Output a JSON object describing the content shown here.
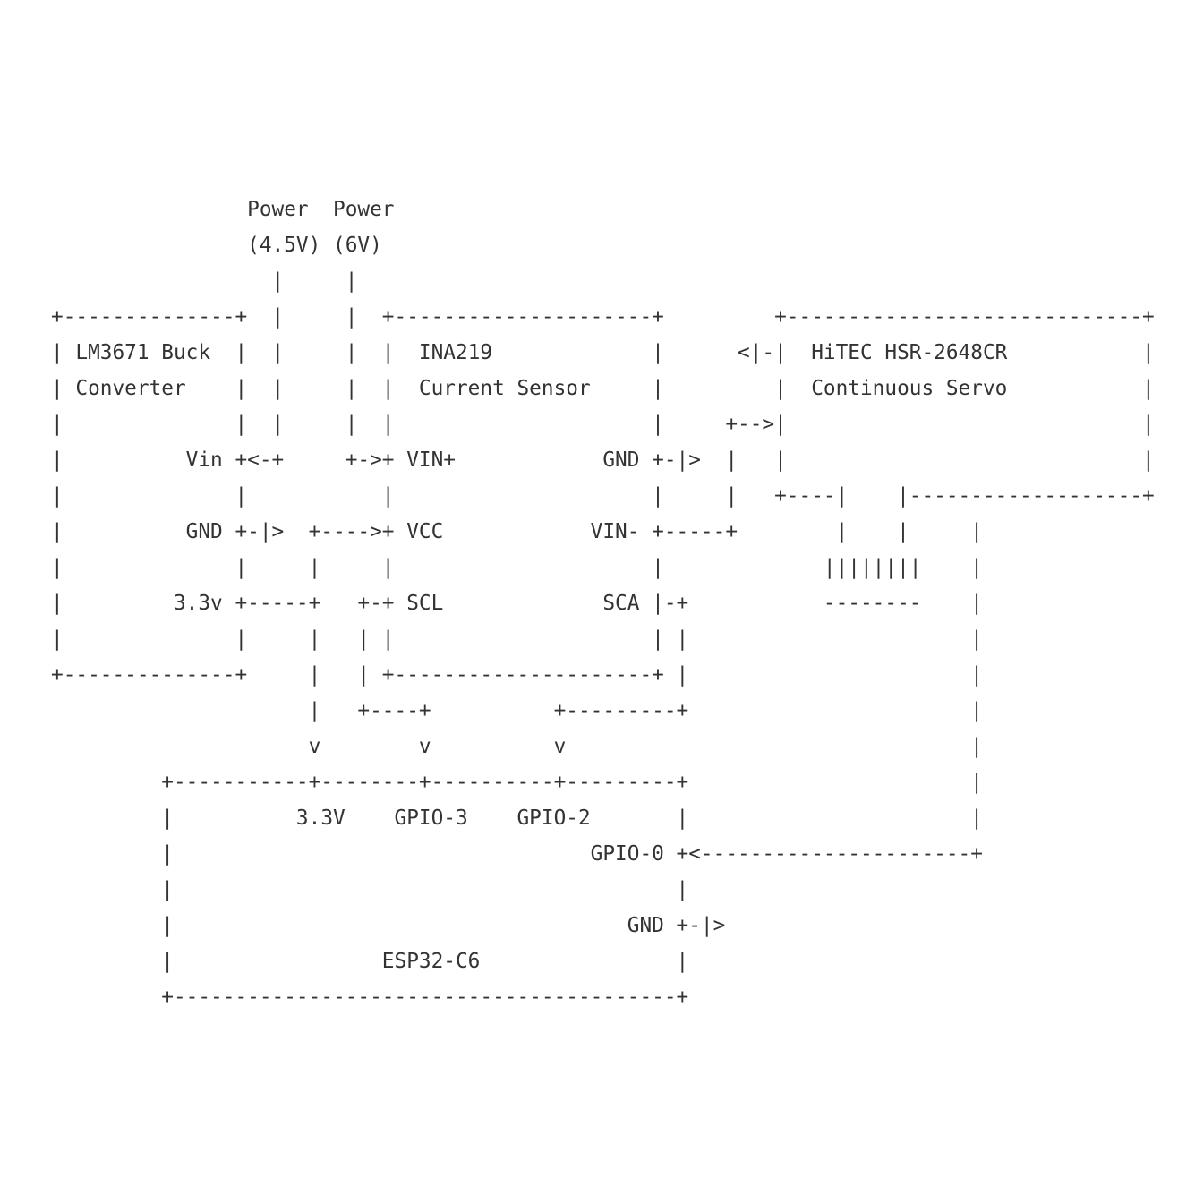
{
  "diagram": {
    "background_color": "#ffffff",
    "text_color": "#333333",
    "power_sources": [
      {
        "label": "Power",
        "voltage": "(4.5V)"
      },
      {
        "label": "Power",
        "voltage": "(6V)"
      }
    ],
    "components": [
      {
        "name": "LM3671 Buck Converter",
        "pins": [
          "Vin",
          "GND",
          "3.3v"
        ]
      },
      {
        "name": "INA219 Current Sensor",
        "pins": [
          "VIN+",
          "VCC",
          "SCL",
          "GND",
          "VIN-",
          "SCA"
        ]
      },
      {
        "name": "HiTEC HSR-2648CR Continuous Servo",
        "pins": []
      },
      {
        "name": "ESP32-C6",
        "pins": [
          "3.3V",
          "GPIO-3",
          "GPIO-2",
          "GPIO-0",
          "GND"
        ]
      }
    ],
    "lines": [
      "                Power  Power",
      "                (4.5V) (6V)",
      "                  |     |",
      "+--------------+  |     |  +---------------------+         +-----------------------------+",
      "| LM3671 Buck  |  |     |  |  INA219             |      <|-|  HiTEC HSR-2648CR           |",
      "| Converter    |  |     |  |  Current Sensor     |         |  Continuous Servo           |",
      "|              |  |     |  |                     |     +-->|                             |",
      "|          Vin +<-+     +->+ VIN+            GND +-|>  |   |                             |",
      "|              |           |                     |     |   +----|    |-------------------+",
      "|          GND +-|>  +---->+ VCC            VIN- +-----+        |    |     |",
      "|              |     |     |                     |             ||||||||    |",
      "|         3.3v +-----+   +-+ SCL             SCA |-+           --------    |",
      "|              |     |   | |                     | |                       |",
      "+--------------+     |   | +---------------------+ |                       |",
      "                     |   +----+          +---------+                       |",
      "                     v        v          v                                 |",
      "         +-----------+--------+----------+---------+                       |",
      "         |          3.3V    GPIO-3    GPIO-2       |                       |",
      "         |                                  GPIO-0 +<----------------------+",
      "         |                                         |",
      "         |                                     GND +-|>",
      "         |                 ESP32-C6                |",
      "         +-----------------------------------------+"
    ]
  }
}
